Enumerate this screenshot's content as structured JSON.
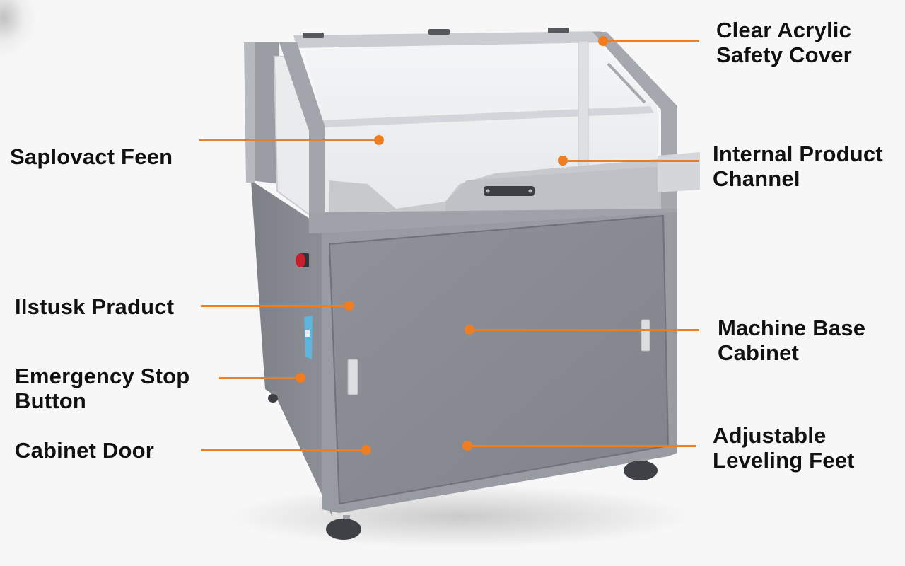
{
  "diagram": {
    "subject": "Industrial machine cabinet with clear acrylic safety cover",
    "accent_color": "#ef7d22",
    "text_color": "#111111",
    "callouts": [
      {
        "id": "saplovact-feen",
        "label": "Saplovact Feen",
        "side": "left"
      },
      {
        "id": "ilstusk-praduct",
        "label": "Ilstusk Praduct",
        "side": "left"
      },
      {
        "id": "emergency-stop-button",
        "label": "Emergency Stop\nButton",
        "side": "left"
      },
      {
        "id": "cabinet-door",
        "label": "Cabinet Door",
        "side": "left"
      },
      {
        "id": "clear-acrylic-safety-cover",
        "label": "Clear Acrylic\nSafety Cover",
        "side": "right"
      },
      {
        "id": "internal-product-channel",
        "label": "Internal Product\nChannel",
        "side": "right"
      },
      {
        "id": "machine-base-cabinet",
        "label": "Machine Base\nCabinet",
        "side": "right"
      },
      {
        "id": "adjustable-leveling-feet",
        "label": "Adjustable\nLeveling Feet",
        "side": "right"
      }
    ]
  }
}
